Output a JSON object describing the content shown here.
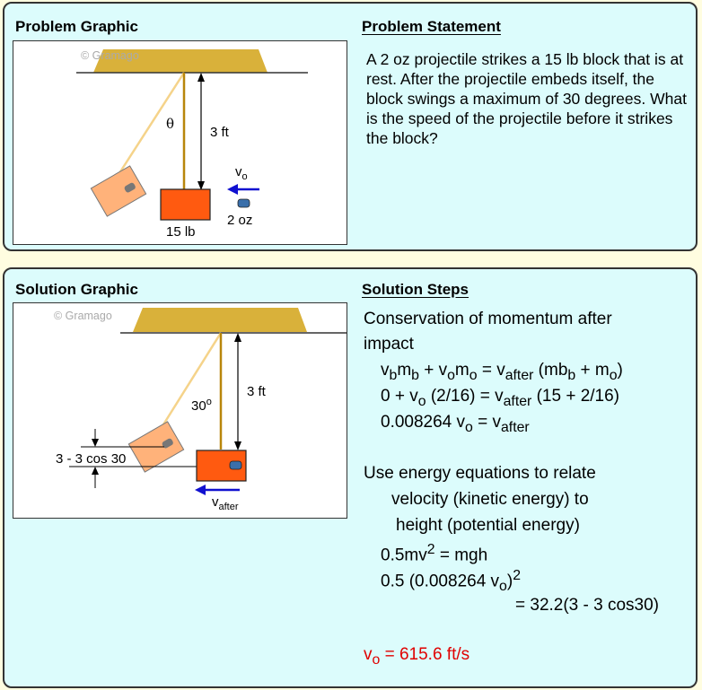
{
  "problem": {
    "graphic_heading": "Problem Graphic",
    "statement_heading": "Problem Statement",
    "statement": "A 2 oz projectile strikes a 15 lb block that is at rest. After the projectile embeds itself, the block swings a maximum of 30 degrees. What is the speed of the projectile before it strikes the block?",
    "figure": {
      "watermark": "© Gramago",
      "angle_symbol": "θ",
      "length": "3 ft",
      "velocity_base": "v",
      "velocity_sub": "o",
      "projectile_weight": "2 oz",
      "block_weight": "15 lb"
    }
  },
  "solution": {
    "graphic_heading": "Solution Graphic",
    "steps_heading": "Solution Steps",
    "figure": {
      "watermark": "© Gramago",
      "angle_base": "30",
      "angle_sup": "o",
      "length": "3 ft",
      "height_label": "3 - 3 cos 30",
      "velocity_base": "v",
      "velocity_sub": "after"
    },
    "steps": {
      "line1": "Conservation of momentum after",
      "line2": "impact",
      "line6": "Use energy equations to relate",
      "line7": "velocity (kinetic energy) to",
      "line8": "height (potential energy)",
      "line11": "= 32.2(3 - 3 cos30)",
      "answer": "= 615.6 ft/s"
    }
  },
  "colors": {
    "panel_bg": "#dcfcfc",
    "page_bg": "#fffde0",
    "block": "#ff5a10",
    "displaced_block": "#ffb27a",
    "support": "#d9b13a",
    "rope": "#b8860b",
    "arrow": "#1010d0",
    "answer": "#e00000"
  }
}
